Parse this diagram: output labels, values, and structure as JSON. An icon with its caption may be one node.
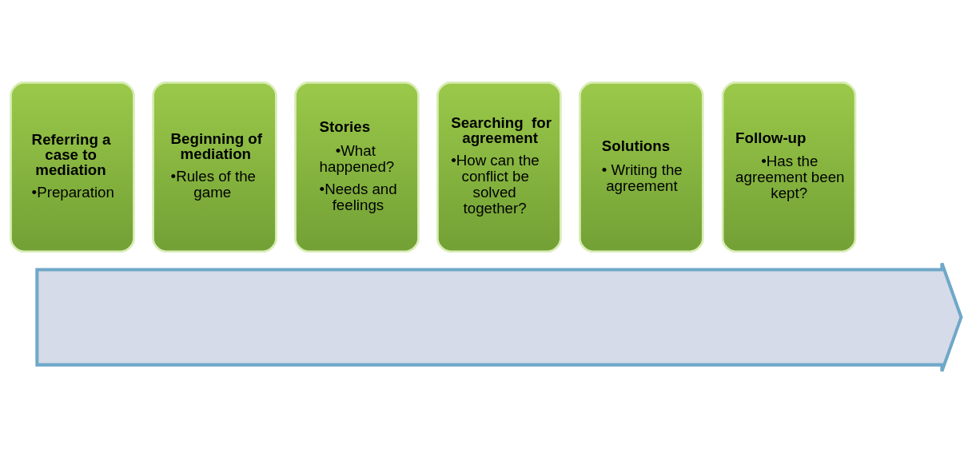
{
  "diagram": {
    "nodes": [
      {
        "text": [],
        "shape": "arrow"
      },
      {
        "text": [
          "Referring a case to mediation",
          "•Preparation"
        ]
      },
      {
        "text": [
          "Beginning of mediation",
          "•Rules of the game"
        ]
      },
      {
        "text": [
          "Stories",
          "•What happened?",
          "•Needs and feelings"
        ]
      },
      {
        "text": [
          "Searching  for agreement",
          "•How can the conflict be solved together?"
        ]
      },
      {
        "text": [
          "Solutions",
          "• Writing the agreement"
        ]
      },
      {
        "text": [
          "Follow-up",
          "•Has the agreement been kept?"
        ]
      }
    ],
    "edges": []
  }
}
